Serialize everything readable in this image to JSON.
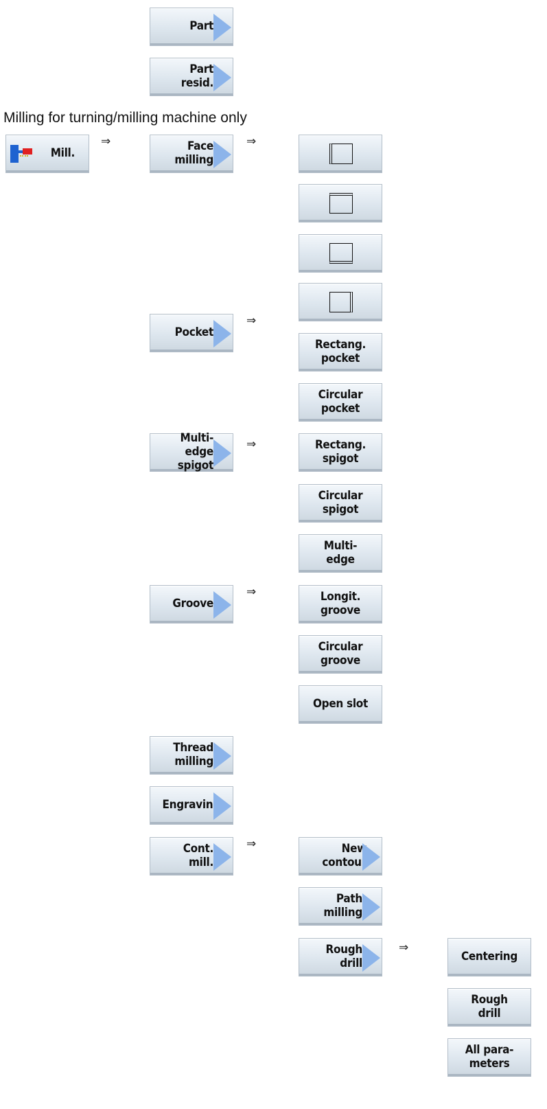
{
  "heading": "Milling for turning/milling machine only",
  "implies_symbol": "⇒",
  "top_buttons": {
    "part": "Part",
    "part_resid": "Part\nresid."
  },
  "mill_button": {
    "label": "Mill.",
    "icon": "mill-tool-icon"
  },
  "level1": {
    "face_milling": "Face\nmilling",
    "pocket": "Pocket",
    "multi_edge_spigot": "Multi-edge\nspigot",
    "groove": "Groove",
    "thread_milling": "Thread\nmilling",
    "engraving": "Engraving",
    "cont_mill": "Cont.\nmill."
  },
  "level2": {
    "face_icons": [
      "face-left-icon",
      "face-top-icon",
      "face-bottom-icon",
      "face-right-icon"
    ],
    "rectang_pocket": "Rectang.\npocket",
    "circular_pocket": "Circular\npocket",
    "rectang_spigot": "Rectang.\nspigot",
    "circular_spigot": "Circular\nspigot",
    "multi_edge": "Multi-\nedge",
    "longit_groove": "Longit.\ngroove",
    "circular_groove": "Circular\ngroove",
    "open_slot": "Open slot",
    "new_contour": "New\ncontour",
    "path_milling": "Path\nmilling",
    "rough_drill": "Rough\ndrill"
  },
  "level3": {
    "centering": "Centering",
    "rough_drill": "Rough\ndrill",
    "all_parameters": "All para-\nmeters"
  }
}
